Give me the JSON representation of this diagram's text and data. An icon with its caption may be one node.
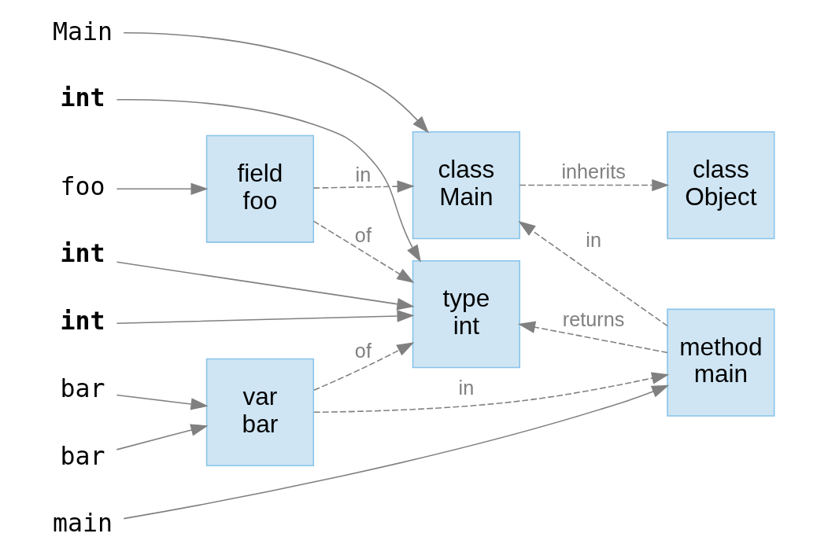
{
  "diagram": {
    "nodes": [
      {
        "text": [
          "Main"
        ]
      },
      {
        "text": [
          "int"
        ]
      },
      {
        "text": [
          "foo"
        ]
      },
      {
        "text": [
          "int"
        ]
      },
      {
        "text": [
          "main"
        ]
      },
      {
        "text": [
          "int"
        ]
      },
      {
        "text": [
          "bar"
        ]
      },
      {
        "text": [
          "bar"
        ]
      },
      {
        "text": [
          "class Main"
        ]
      },
      {
        "text": [
          "class Object"
        ]
      },
      {
        "text": [
          "field foo"
        ]
      },
      {
        "text": [
          "type int"
        ]
      },
      {
        "text": [
          "method main"
        ]
      },
      {
        "text": [
          "var bar"
        ]
      }
    ],
    "edges": [
      {
        "from": 0,
        "to": 8,
        "arrow": "to"
      },
      {
        "from": 1,
        "to": 11,
        "arrow": "to"
      },
      {
        "from": 2,
        "to": 10,
        "arrow": "to"
      },
      {
        "from": 3,
        "to": 11,
        "arrow": "to"
      },
      {
        "from": 4,
        "to": 12,
        "arrow": "to"
      },
      {
        "from": 5,
        "to": 11,
        "arrow": "to"
      },
      {
        "from": 6,
        "to": 13,
        "arrow": "to"
      },
      {
        "from": 7,
        "to": 13,
        "arrow": "to"
      },
      {
        "from": 10,
        "to": 8,
        "arrow": "to",
        "label": "in",
        "style": "dashed"
      },
      {
        "from": 8,
        "to": 9,
        "arrow": "to",
        "label": "inherits",
        "style": "dashed"
      },
      {
        "from": 10,
        "to": 11,
        "arrow": "to",
        "label": "of",
        "style": "dashed"
      },
      {
        "from": 12,
        "to": 8,
        "arrow": "to",
        "label": "in",
        "style": "dashed"
      },
      {
        "from": 12,
        "to": 11,
        "arrow": "to",
        "label": "returns",
        "style": "dashed"
      },
      {
        "from": 13,
        "to": 11,
        "arrow": "to",
        "label": "of",
        "style": "dashed"
      },
      {
        "from": 13,
        "to": 12,
        "arrow": "to",
        "label": "in",
        "style": "dashed"
      }
    ]
  }
}
